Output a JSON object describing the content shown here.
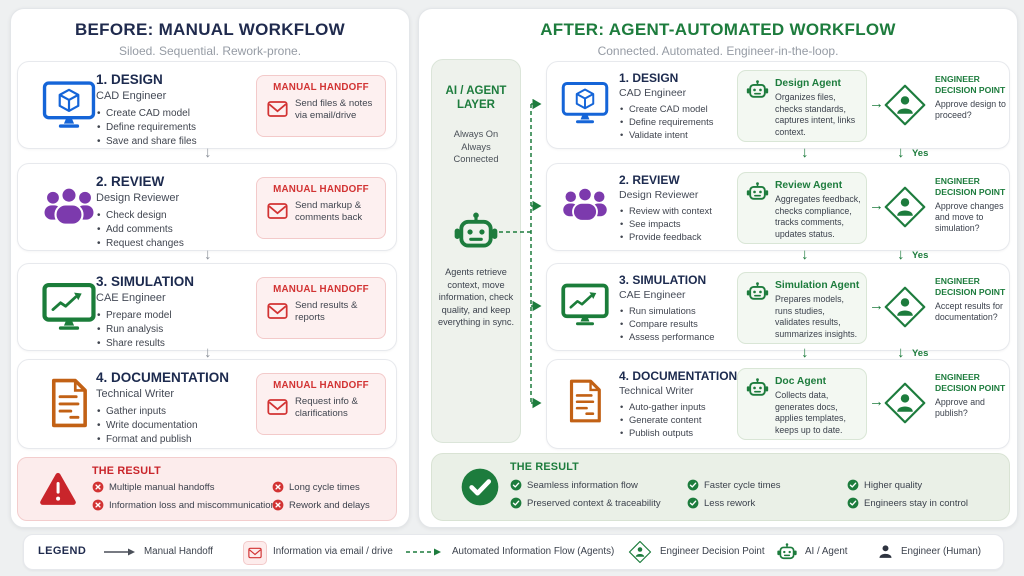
{
  "before": {
    "title": "BEFORE: MANUAL WORKFLOW",
    "subtitle": "Siloed. Sequential. Rework-prone.",
    "steps": [
      {
        "title": "1. DESIGN",
        "role": "CAD Engineer",
        "bullets": [
          "Create CAD model",
          "Define requirements",
          "Save and share files"
        ],
        "handoff_title": "MANUAL HANDOFF",
        "handoff_text": "Send files & notes via email/drive"
      },
      {
        "title": "2. REVIEW",
        "role": "Design Reviewer",
        "bullets": [
          "Check design",
          "Add comments",
          "Request changes"
        ],
        "handoff_title": "MANUAL HANDOFF",
        "handoff_text": "Send markup & comments back"
      },
      {
        "title": "3. SIMULATION",
        "role": "CAE Engineer",
        "bullets": [
          "Prepare model",
          "Run analysis",
          "Share results"
        ],
        "handoff_title": "MANUAL HANDOFF",
        "handoff_text": "Send results & reports"
      },
      {
        "title": "4. DOCUMENTATION",
        "role": "Technical Writer",
        "bullets": [
          "Gather inputs",
          "Write documentation",
          "Format and publish"
        ],
        "handoff_title": "MANUAL HANDOFF",
        "handoff_text": "Request info & clarifications"
      }
    ],
    "result": {
      "title": "THE RESULT",
      "items": [
        "Multiple manual handoffs",
        "Information loss and miscommunication",
        "Long cycle times",
        "Rework and delays"
      ]
    }
  },
  "after": {
    "title": "AFTER: AGENT-AUTOMATED WORKFLOW",
    "subtitle": "Connected. Automated. Engineer-in-the-loop.",
    "ai_layer": {
      "title": "AI / AGENT LAYER",
      "status": [
        "Always On",
        "Always",
        "Connected"
      ],
      "description": "Agents retrieve context, move information, check quality, and keep everything in sync."
    },
    "steps": [
      {
        "title": "1. DESIGN",
        "role": "CAD Engineer",
        "bullets": [
          "Create CAD model",
          "Define requirements",
          "Validate intent"
        ],
        "agent_name": "Design Agent",
        "agent_text": "Organizes files, checks standards, captures intent, links context.",
        "decision_label": "ENGINEER DECISION POINT",
        "decision_question": "Approve design to proceed?",
        "yes_label": "Yes"
      },
      {
        "title": "2. REVIEW",
        "role": "Design Reviewer",
        "bullets": [
          "Review with context",
          "See impacts",
          "Provide feedback"
        ],
        "agent_name": "Review Agent",
        "agent_text": "Aggregates feedback, checks compliance, tracks comments, updates status.",
        "decision_label": "ENGINEER DECISION POINT",
        "decision_question": "Approve changes and move to simulation?",
        "yes_label": "Yes"
      },
      {
        "title": "3. SIMULATION",
        "role": "CAE Engineer",
        "bullets": [
          "Run simulations",
          "Compare results",
          "Assess performance"
        ],
        "agent_name": "Simulation Agent",
        "agent_text": "Prepares models, runs studies, validates results, summarizes insights.",
        "decision_label": "ENGINEER DECISION POINT",
        "decision_question": "Accept results for documentation?",
        "yes_label": "Yes"
      },
      {
        "title": "4. DOCUMENTATION",
        "role": "Technical Writer",
        "bullets": [
          "Auto-gather inputs",
          "Generate content",
          "Publish outputs"
        ],
        "agent_name": "Doc Agent",
        "agent_text": "Collects data, generates docs, applies templates, keeps up to date.",
        "decision_label": "ENGINEER DECISION POINT",
        "decision_question": "Approve and publish?"
      }
    ],
    "result": {
      "title": "THE RESULT",
      "items": [
        "Seamless information flow",
        "Preserved context & traceability",
        "Faster cycle times",
        "Less rework",
        "Higher quality",
        "Engineers stay in control"
      ]
    }
  },
  "legend": {
    "label": "LEGEND",
    "items": [
      "Manual Handoff",
      "Information via email / drive",
      "Automated Information Flow (Agents)",
      "Engineer Decision Point",
      "AI / Agent",
      "Engineer (Human)"
    ]
  },
  "colors": {
    "accent_green": "#1d7c3d",
    "accent_red": "#d23333",
    "accent_blue": "#1565d8",
    "accent_purple": "#7c3aad",
    "accent_orange": "#c26115",
    "navy": "#1f2a4d"
  }
}
